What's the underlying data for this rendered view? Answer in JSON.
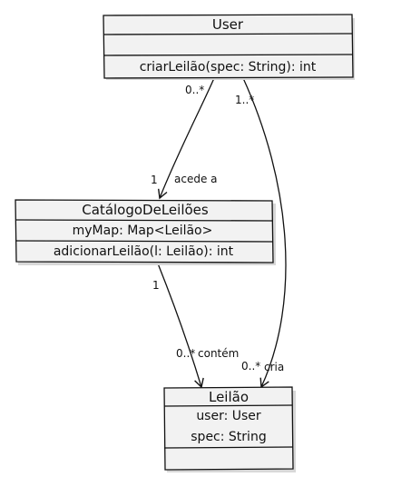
{
  "classes": {
    "user": {
      "name": "User",
      "attributes": [],
      "operations": [
        "criarLeilão(spec: String): int"
      ]
    },
    "catalogo": {
      "name": "CatálogoDeLeilões",
      "attributes": [
        "myMap: Map<Leilão>"
      ],
      "operations": [
        "adicionarLeilão(l: Leilão): int"
      ]
    },
    "leilao": {
      "name": "Leilão",
      "attributes": [
        "user: User",
        "spec: String"
      ],
      "operations": []
    }
  },
  "associations": {
    "user_catalogo": {
      "source_multiplicity": "0..*",
      "target_multiplicity": "1",
      "label": "acede a"
    },
    "user_leilao": {
      "source_multiplicity": "1..*",
      "target_multiplicity": "0..*",
      "label": "cria"
    },
    "catalogo_leilao": {
      "source_multiplicity": "1",
      "target_multiplicity": "0..*",
      "label": "contém"
    }
  }
}
